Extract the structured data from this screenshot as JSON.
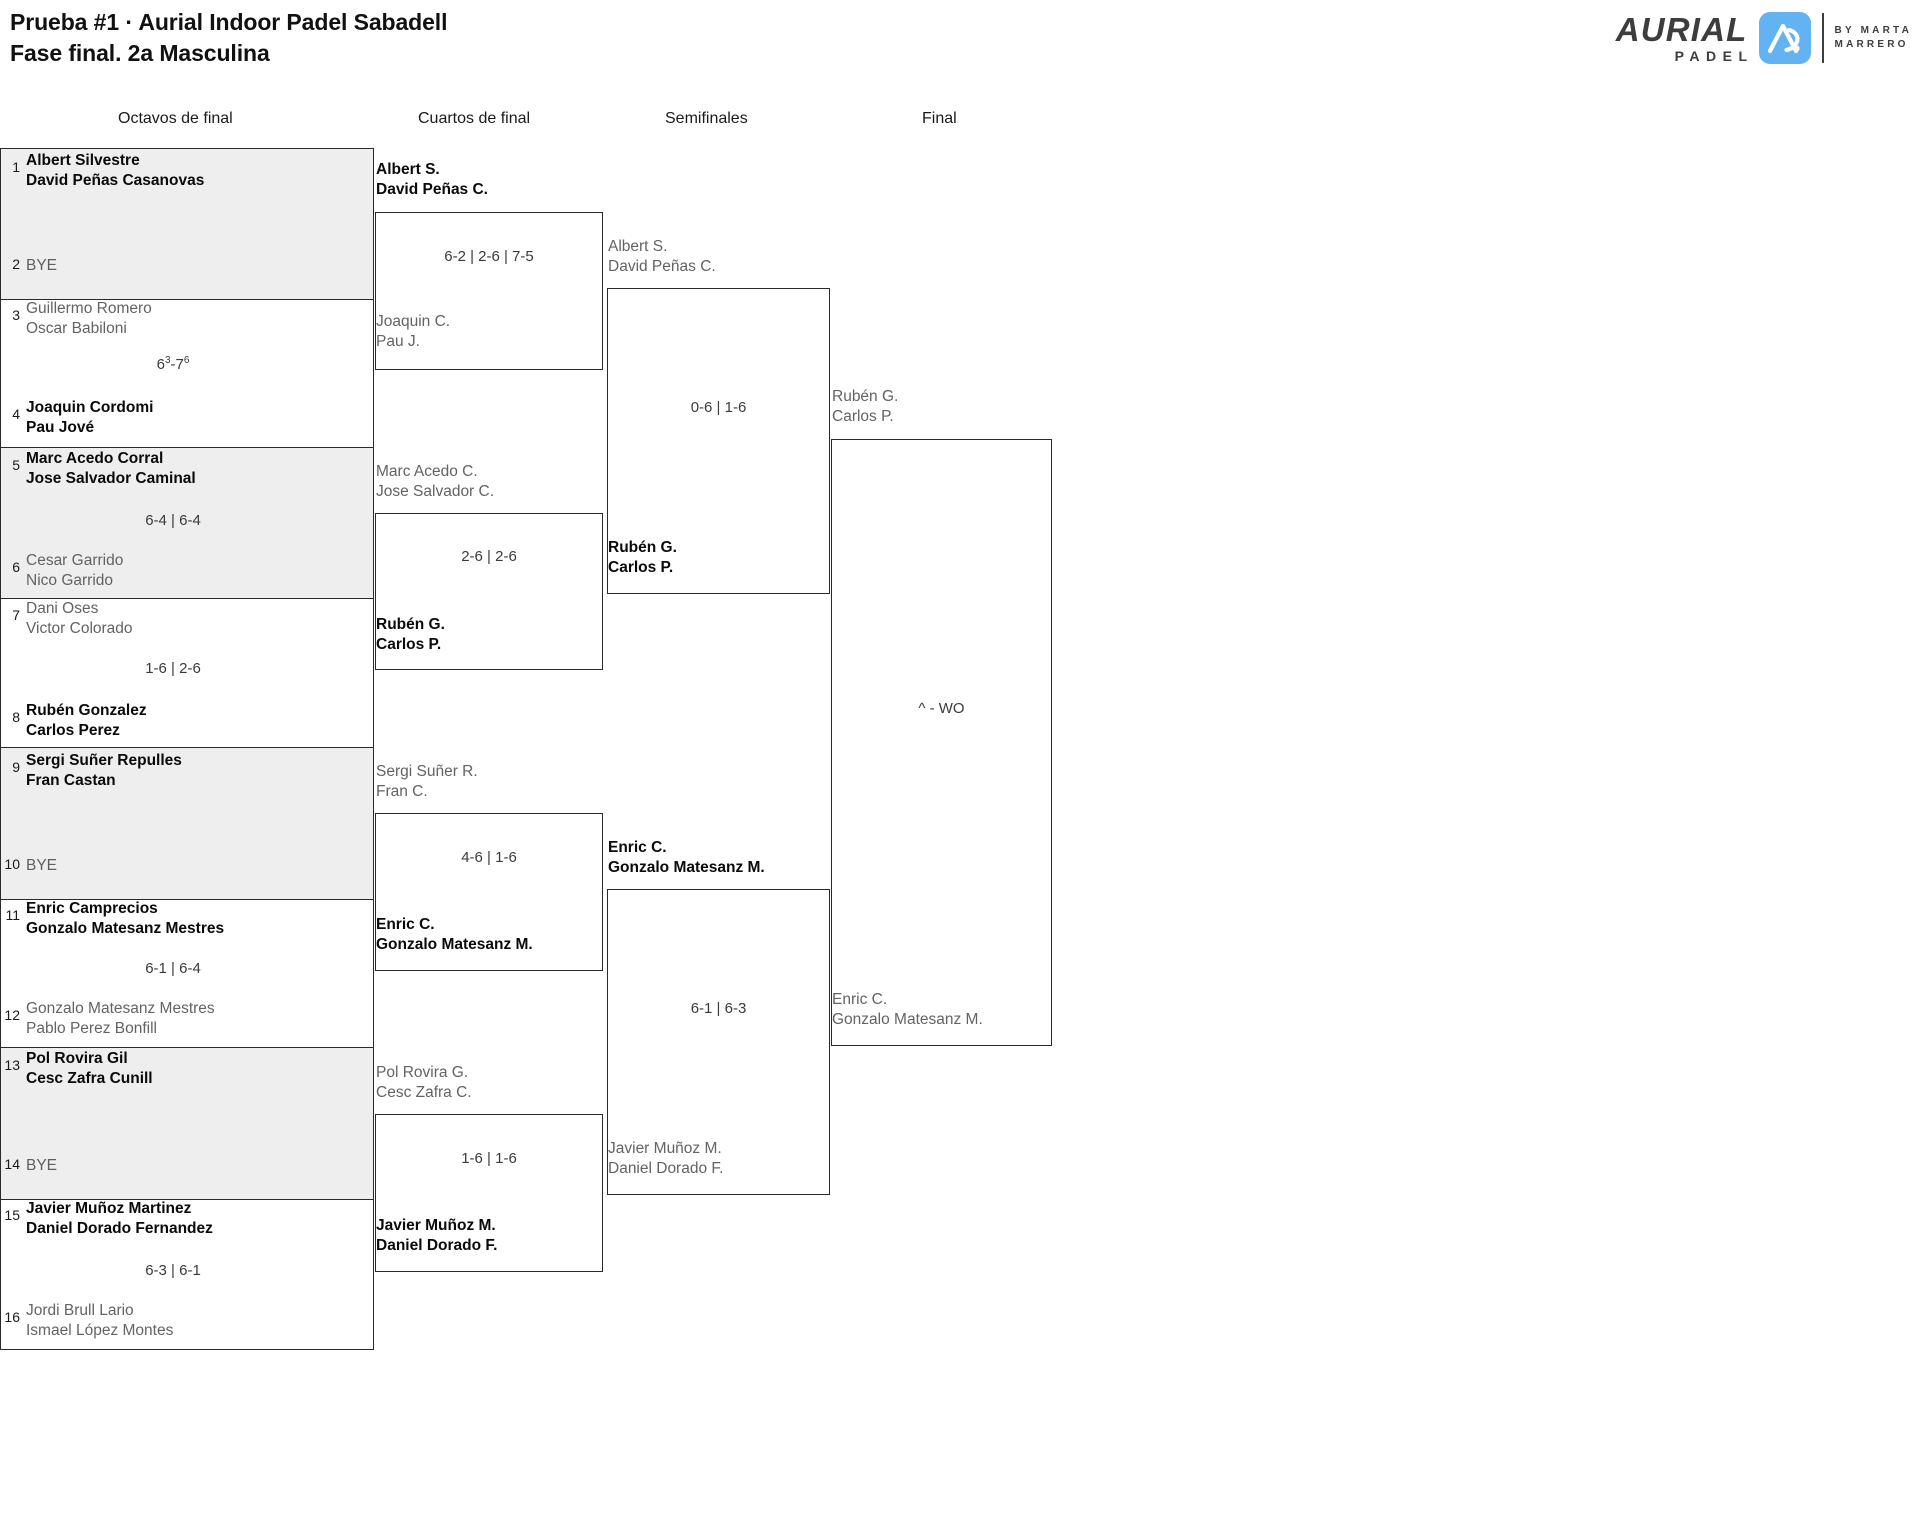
{
  "header": {
    "title_line1": "Prueba #1 · Aurial Indoor Padel Sabadell",
    "title_line2": "Fase final. 2a Masculina"
  },
  "logo": {
    "wordmark": "AURIAL",
    "subword": "PADEL",
    "mark_icon": "aurial-a-mark-icon",
    "by_line1": "BY MARTA",
    "by_line2": "MARRERO",
    "brand_blue": "#63b3f2",
    "brand_dark": "#3d3d3d"
  },
  "rounds": [
    {
      "key": "r16",
      "label": "Octavos de final"
    },
    {
      "key": "qf",
      "label": "Cuartos de final"
    },
    {
      "key": "sf",
      "label": "Semifinales"
    },
    {
      "key": "f",
      "label": "Final"
    }
  ],
  "colors": {
    "shade": "#eeeeee",
    "border": "#2a2a2a",
    "winner_text": "#0a0a0a",
    "loser_text": "#636363"
  },
  "round16": [
    {
      "shaded": true,
      "top": {
        "seed": "1",
        "line1": "Albert Silvestre",
        "line2": "David Peñas Casanovas",
        "result": "winner",
        "bye": false
      },
      "bottom": {
        "seed": "2",
        "line1": "BYE",
        "line2": "",
        "result": "bye",
        "bye": true
      },
      "score": ""
    },
    {
      "shaded": false,
      "top": {
        "seed": "3",
        "line1": "Guillermo Romero",
        "line2": "Oscar Babiloni",
        "result": "loser",
        "bye": false
      },
      "bottom": {
        "seed": "4",
        "line1": "Joaquin Cordomi",
        "line2": "Pau Jové",
        "result": "winner",
        "bye": false
      },
      "score": "6|3|-7|6|",
      "score_html": "6<sup>3</sup>-7<sup>6</sup>"
    },
    {
      "shaded": true,
      "top": {
        "seed": "5",
        "line1": "Marc Acedo Corral",
        "line2": "Jose Salvador Caminal",
        "result": "winner",
        "bye": false
      },
      "bottom": {
        "seed": "6",
        "line1": "Cesar Garrido",
        "line2": "Nico Garrido",
        "result": "loser",
        "bye": false
      },
      "score": "6-4 | 6-4"
    },
    {
      "shaded": false,
      "top": {
        "seed": "7",
        "line1": "Dani Oses",
        "line2": "Victor Colorado",
        "result": "loser",
        "bye": false
      },
      "bottom": {
        "seed": "8",
        "line1": "Rubén Gonzalez",
        "line2": "Carlos Perez",
        "result": "winner",
        "bye": false
      },
      "score": "1-6 | 2-6"
    },
    {
      "shaded": true,
      "top": {
        "seed": "9",
        "line1": "Sergi Suñer Repulles",
        "line2": "Fran Castan",
        "result": "winner",
        "bye": false
      },
      "bottom": {
        "seed": "10",
        "line1": "BYE",
        "line2": "",
        "result": "bye",
        "bye": true
      },
      "score": ""
    },
    {
      "shaded": false,
      "top": {
        "seed": "11",
        "line1": "Enric Camprecios",
        "line2": "Gonzalo Matesanz Mestres",
        "result": "winner",
        "bye": false
      },
      "bottom": {
        "seed": "12",
        "line1": "Gonzalo Matesanz Mestres",
        "line2": "Pablo Perez Bonfill",
        "result": "loser",
        "bye": false
      },
      "score": "6-1 | 6-4"
    },
    {
      "shaded": true,
      "top": {
        "seed": "13",
        "line1": "Pol Rovira Gil",
        "line2": "Cesc Zafra Cunill",
        "result": "winner",
        "bye": false
      },
      "bottom": {
        "seed": "14",
        "line1": "BYE",
        "line2": "",
        "result": "bye",
        "bye": true
      },
      "score": ""
    },
    {
      "shaded": false,
      "top": {
        "seed": "15",
        "line1": "Javier Muñoz Martinez",
        "line2": "Daniel Dorado Fernandez",
        "result": "winner",
        "bye": false
      },
      "bottom": {
        "seed": "16",
        "line1": "Jordi Brull Lario",
        "line2": "Ismael López Montes",
        "result": "loser",
        "bye": false
      },
      "score": "6-3 | 6-1"
    }
  ],
  "quarterfinals": [
    {
      "top": {
        "line1": "Albert S.",
        "line2": "David Peñas C.",
        "result": "winner"
      },
      "bottom": {
        "line1": "Joaquin C.",
        "line2": "Pau J.",
        "result": "loser"
      },
      "score": "6-2 | 2-6 | 7-5"
    },
    {
      "top": {
        "line1": "Marc Acedo C.",
        "line2": "Jose Salvador C.",
        "result": "loser"
      },
      "bottom": {
        "line1": "Rubén G.",
        "line2": "Carlos P.",
        "result": "winner"
      },
      "score": "2-6 | 2-6"
    },
    {
      "top": {
        "line1": "Sergi Suñer R.",
        "line2": "Fran C.",
        "result": "loser"
      },
      "bottom": {
        "line1": "Enric C.",
        "line2": "Gonzalo Matesanz M.",
        "result": "winner"
      },
      "score": "4-6 | 1-6"
    },
    {
      "top": {
        "line1": "Pol Rovira G.",
        "line2": "Cesc Zafra C.",
        "result": "loser"
      },
      "bottom": {
        "line1": "Javier Muñoz M.",
        "line2": "Daniel Dorado F.",
        "result": "winner"
      },
      "score": "1-6 | 1-6"
    }
  ],
  "semifinals": [
    {
      "top": {
        "line1": "Albert S.",
        "line2": "David Peñas C.",
        "result": "loser"
      },
      "bottom": {
        "line1": "Rubén G.",
        "line2": "Carlos P.",
        "result": "winner"
      },
      "score": "0-6 | 1-6"
    },
    {
      "top": {
        "line1": "Enric C.",
        "line2": "Gonzalo Matesanz M.",
        "result": "winner"
      },
      "bottom": {
        "line1": "Javier Muñoz M.",
        "line2": "Daniel Dorado F.",
        "result": "loser"
      },
      "score": "6-1 | 6-3"
    }
  ],
  "final": {
    "top": {
      "line1": "Rubén G.",
      "line2": "Carlos P.",
      "result": "loser"
    },
    "bottom": {
      "line1": "Enric C.",
      "line2": "Gonzalo Matesanz M.",
      "result": "loser"
    },
    "score": "^ - WO"
  }
}
